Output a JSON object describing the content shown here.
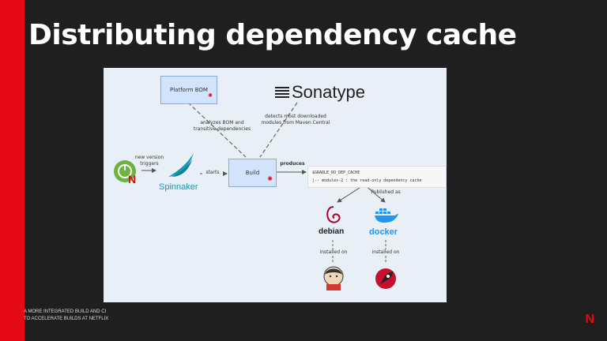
{
  "slide": {
    "title": "Distributing dependency cache",
    "footer_line1": "A MORE INTEGRATED BUILD AND CI",
    "footer_line2": "TO ACCELERATE BUILDS AT NETFLIX",
    "logo": "N"
  },
  "diagram": {
    "platform_bom": "Platform BOM",
    "sonatype": "Sonatype",
    "analyzes_label_1": "analyzes BOM and",
    "analyzes_label_2": "transitive dependencies",
    "detects_label_1": "detects most downloaded",
    "detects_label_2": "modules from Maven Central",
    "trigger_label_1": "new version",
    "trigger_label_2": "triggers",
    "spinnaker": "Spinnaker",
    "starts_label": "starts",
    "build": "Build",
    "produces_label": "produces",
    "code_line1": "$GRADLE_RO_DEP_CACHE",
    "code_line2": "|-- modules-2 : the read-only dependency cache",
    "published_label": "Published as",
    "debian": "debian",
    "docker": "docker",
    "installed_left": "installed on",
    "installed_right": "installed on"
  },
  "colors": {
    "accent": "#e50914",
    "background": "#1f1f1f",
    "panel": "#e9eff6",
    "box_fill": "#d2e3fb",
    "spinnaker_blue": "#139bb4",
    "docker_blue": "#2496ed",
    "debian_red": "#a80030",
    "spring_green": "#6db33f"
  }
}
